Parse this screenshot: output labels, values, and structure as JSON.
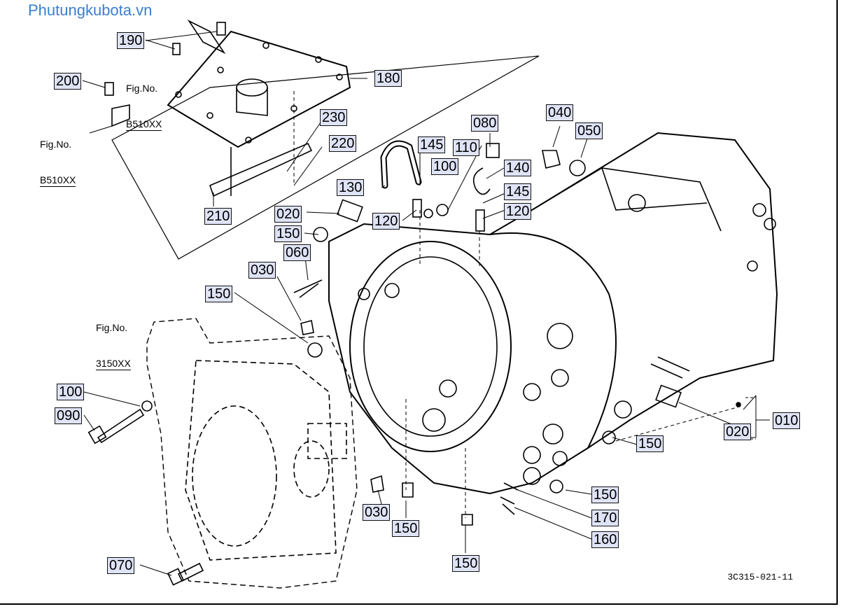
{
  "watermark": "Phutungkubota.vn",
  "drawing_code": "3C315-021-11",
  "fig_refs": [
    {
      "label": "Fig.No.",
      "code": "B510XX"
    },
    {
      "label": "Fig.No.",
      "code": "B510XX"
    },
    {
      "label": "Fig.No.",
      "code": "3150XX"
    }
  ],
  "callouts": [
    "190",
    "200",
    "180",
    "230",
    "220",
    "210",
    "145",
    "080",
    "110",
    "100",
    "140",
    "145",
    "120",
    "130",
    "120",
    "020",
    "150",
    "060",
    "030",
    "150",
    "040",
    "050",
    "100",
    "090",
    "070",
    "030",
    "150",
    "150",
    "010",
    "020",
    "150",
    "150",
    "170",
    "160"
  ]
}
